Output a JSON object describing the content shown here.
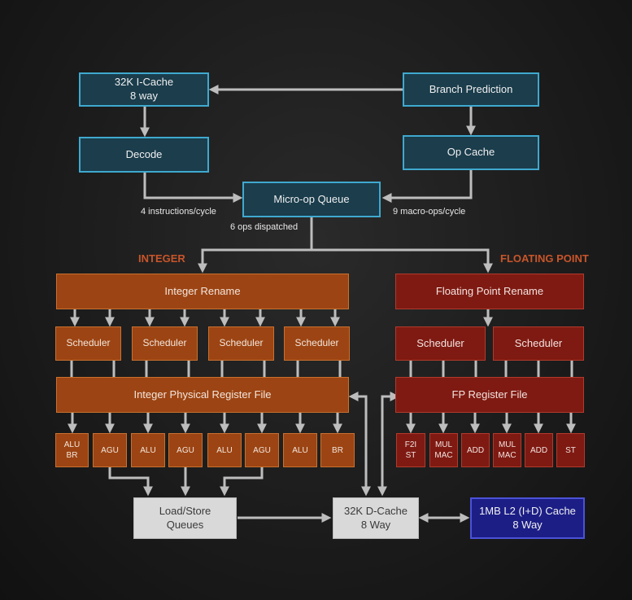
{
  "frontend": {
    "icache": [
      "32K I-Cache",
      "8 way"
    ],
    "branch": "Branch Prediction",
    "decode": "Decode",
    "opcache": "Op Cache",
    "microop": "Micro-op Queue",
    "decode_rate": "4 instructions/cycle",
    "opcache_rate": "9 macro-ops/cycle",
    "dispatch": "6 ops dispatched"
  },
  "integer": {
    "section": "INTEGER",
    "rename": "Integer Rename",
    "schedulers": [
      "Scheduler",
      "Scheduler",
      "Scheduler",
      "Scheduler"
    ],
    "regfile": "Integer Physical Register File",
    "units": [
      [
        "ALU",
        "BR"
      ],
      [
        "AGU"
      ],
      [
        "ALU"
      ],
      [
        "AGU"
      ],
      [
        "ALU"
      ],
      [
        "AGU"
      ],
      [
        "ALU"
      ],
      [
        "BR"
      ]
    ]
  },
  "fp": {
    "section": "FLOATING POINT",
    "rename": "Floating Point Rename",
    "schedulers": [
      "Scheduler",
      "Scheduler"
    ],
    "regfile": "FP Register File",
    "units": [
      [
        "F2I",
        "ST"
      ],
      [
        "MUL",
        "MAC"
      ],
      [
        "ADD"
      ],
      [
        "MUL",
        "MAC"
      ],
      [
        "ADD"
      ],
      [
        "ST"
      ]
    ]
  },
  "memory": {
    "lsq": [
      "Load/Store",
      "Queues"
    ],
    "dcache": [
      "32K D-Cache",
      "8 Way"
    ],
    "l2": [
      "1MB L2 (I+D) Cache",
      "8 Way"
    ]
  },
  "colors": {
    "frontend": "#1b3d4c",
    "frontend_border": "#3fa9cf",
    "integer": "#9c4413",
    "fp": "#7e1a12",
    "memory": "#d9d9d9",
    "l2": "#1c1e86",
    "section_label": "#c8552a"
  }
}
